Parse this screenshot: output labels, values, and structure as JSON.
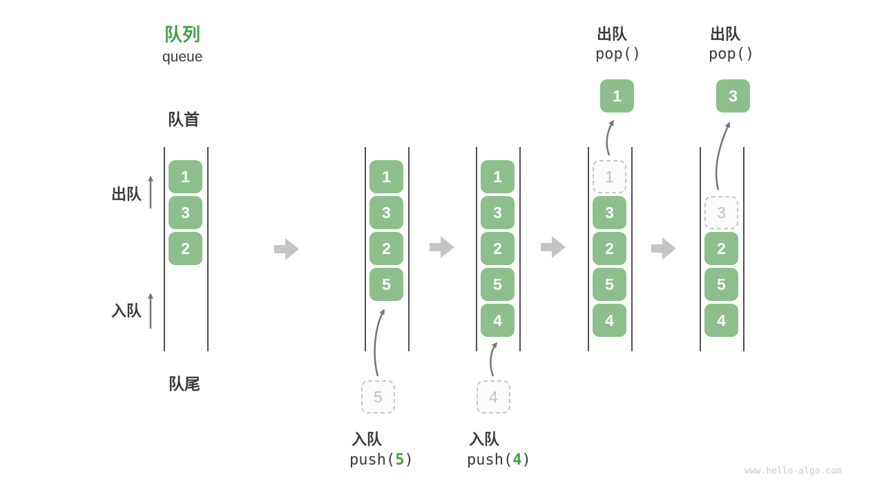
{
  "title": {
    "zh": "队列",
    "en": "queue"
  },
  "labels": {
    "front": "队首",
    "rear": "队尾",
    "dequeue": "出队",
    "enqueue": "入队"
  },
  "ops": {
    "push5": {
      "label": "入队",
      "fn": "push(",
      "arg": "5",
      "close": ")"
    },
    "push4": {
      "label": "入队",
      "fn": "push(",
      "arg": "4",
      "close": ")"
    },
    "pop1": {
      "label": "出队",
      "fn": "pop()"
    },
    "pop2": {
      "label": "出队",
      "fn": "pop()"
    }
  },
  "states": {
    "s1": {
      "cells": [
        "1",
        "3",
        "2"
      ]
    },
    "s2": {
      "cells": [
        "1",
        "3",
        "2",
        "5"
      ],
      "staged": "5"
    },
    "s3": {
      "cells": [
        "1",
        "3",
        "2",
        "5",
        "4"
      ],
      "staged": "4"
    },
    "s4": {
      "ghost": "1",
      "cells": [
        "3",
        "2",
        "5",
        "4"
      ],
      "popped": "1"
    },
    "s5": {
      "ghost": "3",
      "cells": [
        "2",
        "5",
        "4"
      ],
      "popped": "3"
    }
  },
  "watermark": "www.hello-algo.com",
  "colors": {
    "accent_green": "#42a047",
    "element_green": "#8cbf8c",
    "channel_line": "#4f4f4f",
    "transition_arrow_gray": "#c5c5c5",
    "flow_arrow_gray": "#757575",
    "ghost_gray": "#c6c6c6",
    "text_dark": "#3b3b3b",
    "watermark_gray": "#cbcbcb"
  }
}
